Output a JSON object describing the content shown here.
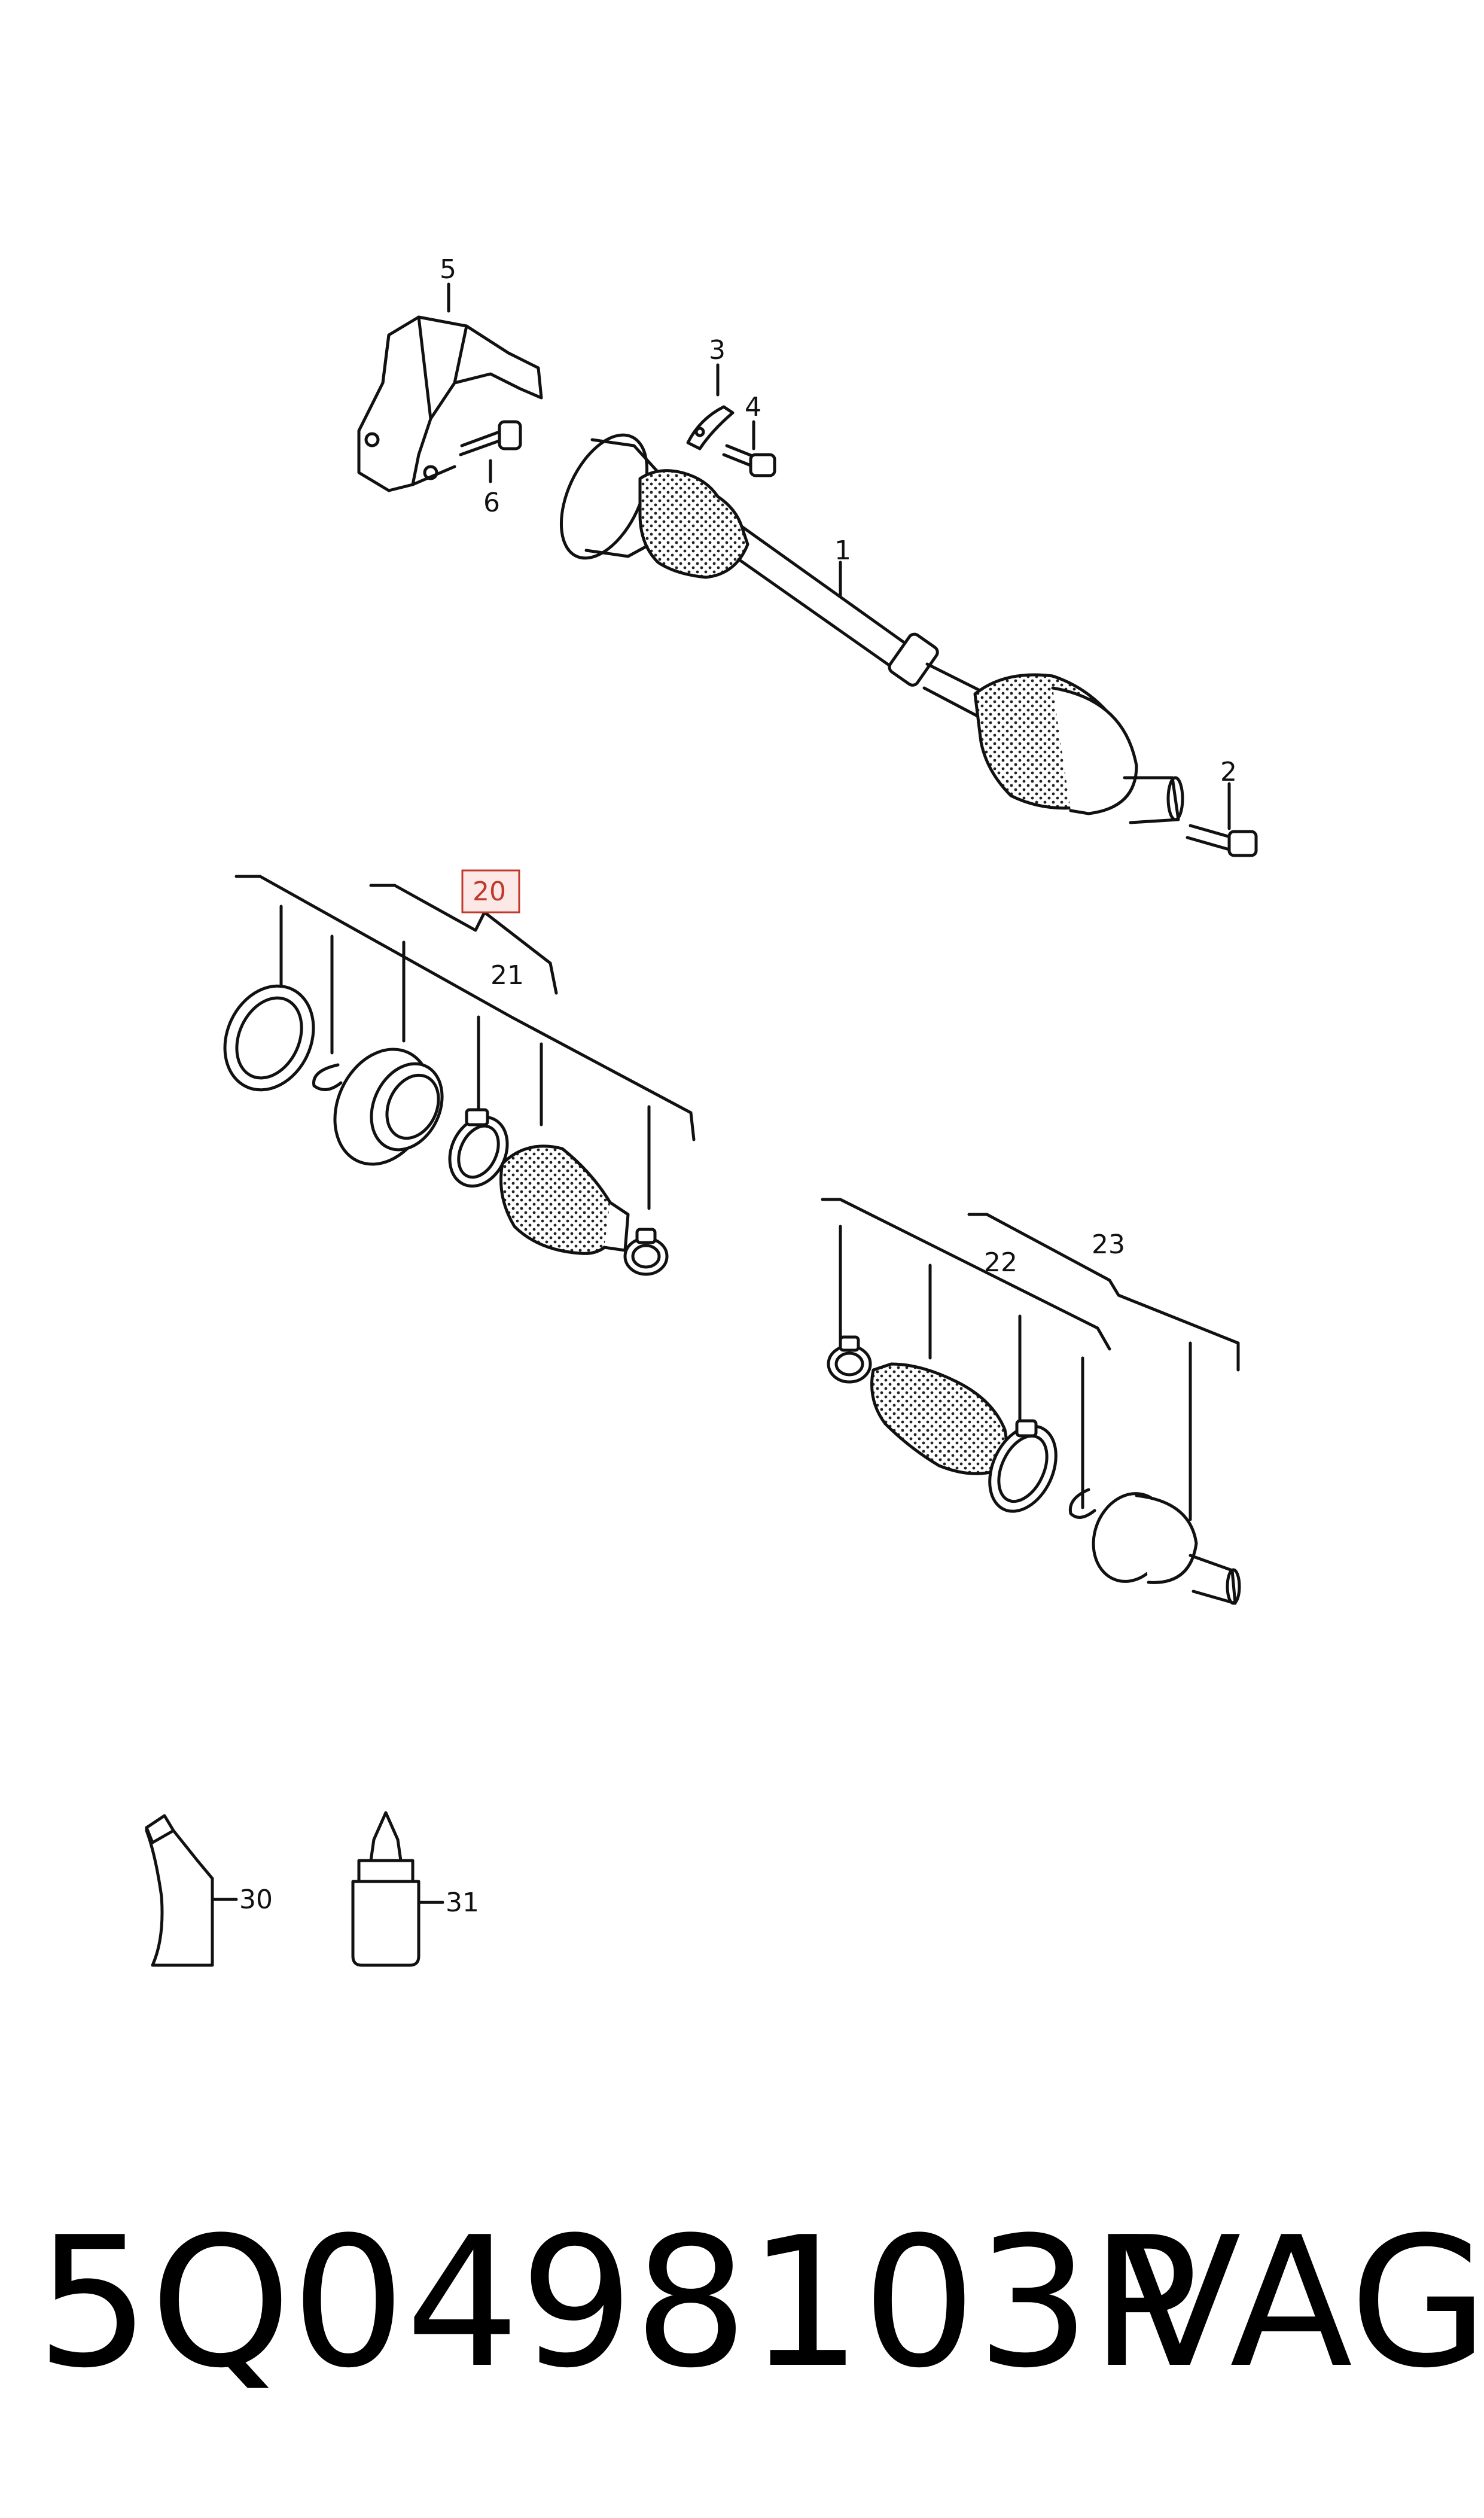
{
  "callouts": {
    "c1": "1",
    "c2": "2",
    "c3": "3",
    "c4": "4",
    "c5": "5",
    "c6": "6",
    "c20": "20",
    "c21": "21",
    "c22": "22",
    "c23": "23",
    "c30": "30",
    "c31": "31"
  },
  "footer": {
    "part_number": "5Q0498103P",
    "brand": "VAG"
  },
  "colors": {
    "line": "#111111",
    "highlight": "#c0392b",
    "highlight_fill": "#fde8e8"
  }
}
